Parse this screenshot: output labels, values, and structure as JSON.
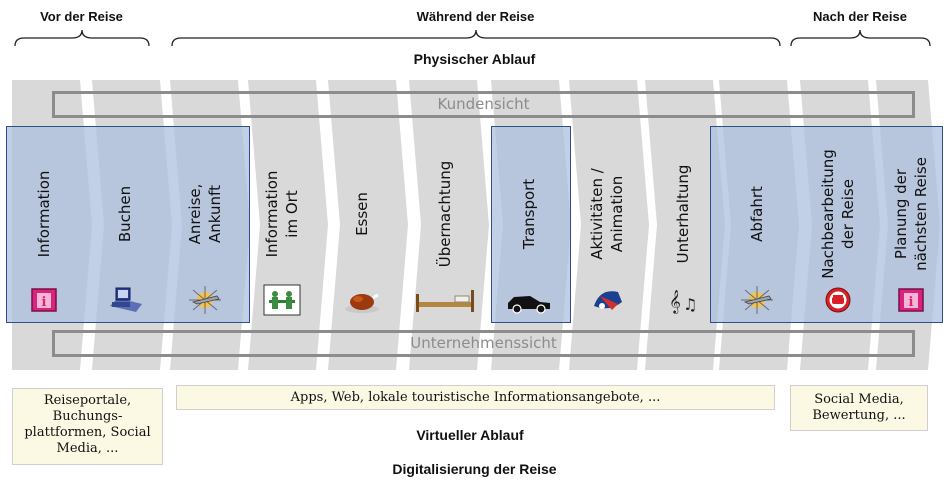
{
  "phases": {
    "before": "Vor der Reise",
    "during": "Während der Reise",
    "after": "Nach der Reise"
  },
  "physical_flow": "Physischer Ablauf",
  "customer_view": "Kundensicht",
  "company_view": "Unternehmenssicht",
  "steps": [
    {
      "label": "Information",
      "icon": "info-icon"
    },
    {
      "label": "Buchen",
      "icon": "computer-icon"
    },
    {
      "label": "Anreise,\nAnkunft",
      "icon": "airplane-icon"
    },
    {
      "label": "Information\nim Ort",
      "icon": "info-desk-icon"
    },
    {
      "label": "Essen",
      "icon": "roast-chicken-icon"
    },
    {
      "label": "Übernachtung",
      "icon": "bed-icon"
    },
    {
      "label": "Transport",
      "icon": "car-icon"
    },
    {
      "label": "Aktivitäten /\nAnimation",
      "icon": "parachute-icon"
    },
    {
      "label": "Unterhaltung",
      "icon": "music-notes-icon"
    },
    {
      "label": "Abfahrt",
      "icon": "airplane-icon"
    },
    {
      "label": "Nachbearbeitung\nder Reise",
      "icon": "telephone-icon"
    },
    {
      "label": "Planung der\nnächsten Reise",
      "icon": "info-icon"
    }
  ],
  "virtual_boxes": {
    "before": "Reiseportale,\nBuchungs-\nplattformen, Social\nMedia, ...",
    "during": "Apps, Web, lokale touristische Informationsangebote, ...",
    "after": "Social Media,\nBewertung, ..."
  },
  "virtual_flow": "Virtueller Ablauf",
  "footer_title": "Digitalisierung der Reise",
  "colors": {
    "chevron": "#d9d9d9",
    "highlight": "#aabede",
    "highlight_border": "#2e4f8c",
    "band_border": "#8c8c8c",
    "box_fill": "#fbf8e3",
    "info_pink": "#d8247e"
  }
}
